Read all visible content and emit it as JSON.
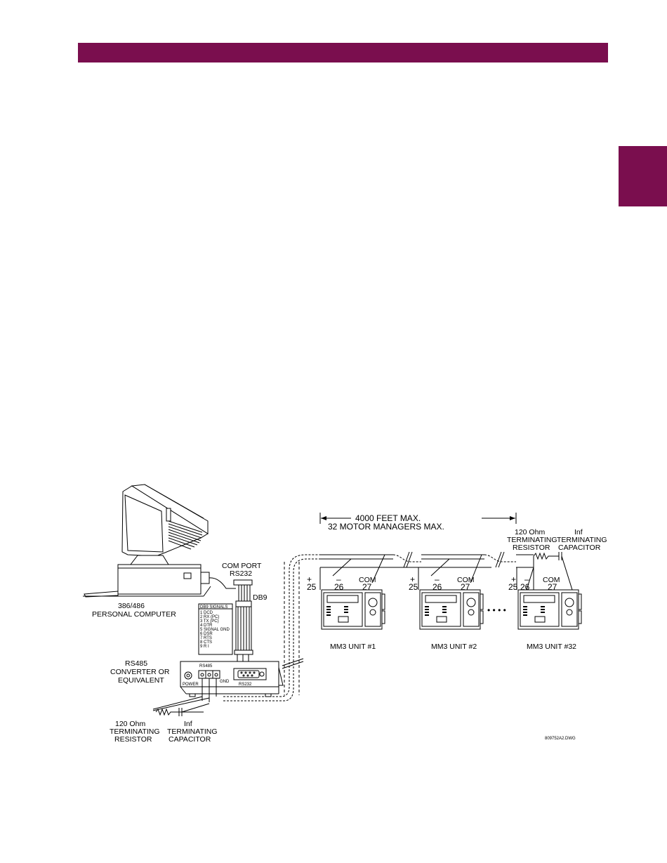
{
  "dimension_label": "4000  FEET  MAX.",
  "max_units_label": "32  MOTOR  MANAGERS  MAX.",
  "computer": {
    "label_line1": "386/486",
    "label_line2": "PERSONAL  COMPUTER",
    "com_port_line1": "COM  PORT",
    "com_port_line2": "RS232",
    "connector": "DB9",
    "signals_title": "DB9 SIGNALS",
    "signals": [
      "1  DCD",
      "2  RX (PC)",
      "3  TX (PC)",
      "4  DTR",
      "5  SIGNAL GND",
      "6  DSR",
      "7  RTS",
      "8  CTS",
      "9  R I"
    ]
  },
  "converter": {
    "label_line1": "RS485",
    "label_line2": "CONVERTER  OR",
    "label_line3": "EQUIVALENT",
    "rs485_port": "RS485",
    "power_label": "POWER",
    "gnd_label": "GND",
    "rs232_port": "RS232"
  },
  "terminations": {
    "resistor_line1": "120  Ohm",
    "resistor_line2": "TERMINATING",
    "resistor_line3": "RESISTOR",
    "capacitor_line1": "Inf",
    "capacitor_line2": "TERMINATING",
    "capacitor_line3": "CAPACITOR"
  },
  "terminals": {
    "plus": "+",
    "minus": "–",
    "com": "COM",
    "t25": "25",
    "t26": "26",
    "t27": "27"
  },
  "units": [
    "MM3  UNIT  #1",
    "MM3  UNIT  #2",
    "MM3  UNIT  #32"
  ],
  "ellipsis": "• • • •",
  "drawing_id": "809752A2.DWG"
}
